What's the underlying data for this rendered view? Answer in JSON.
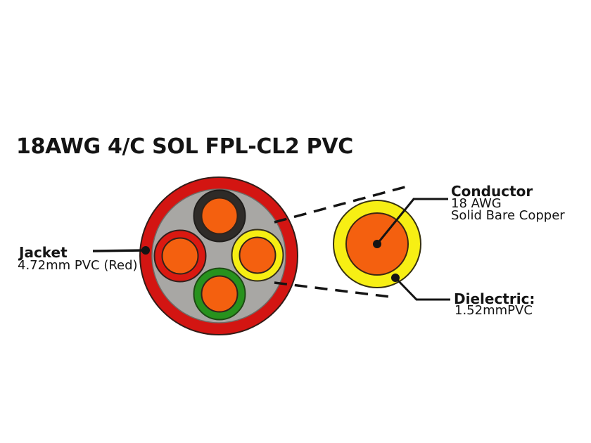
{
  "title": "18AWG 4/C SOL FPL-CL2 PVC",
  "callouts": {
    "jacket": {
      "heading": "Jacket",
      "detail": "4.72mm PVC (Red)"
    },
    "conductor": {
      "heading": "Conductor",
      "line1": "18 AWG",
      "line2": "Solid Bare Copper"
    },
    "dielectric": {
      "heading": "Dielectric:",
      "detail": "1.52mmPVC"
    }
  },
  "colors": {
    "background": "#ffffff",
    "text": "#141414",
    "callout_line": "#141414",
    "jacket_red": "#d31512",
    "filler_gray": "#a8a7a4",
    "copper_orange": "#f4600f",
    "insulation_black": "#2e2b28",
    "insulation_red": "#da1911",
    "insulation_yellow": "#f6ee13",
    "insulation_green": "#27921d",
    "dielectric_yellow": "#f7ef14"
  }
}
